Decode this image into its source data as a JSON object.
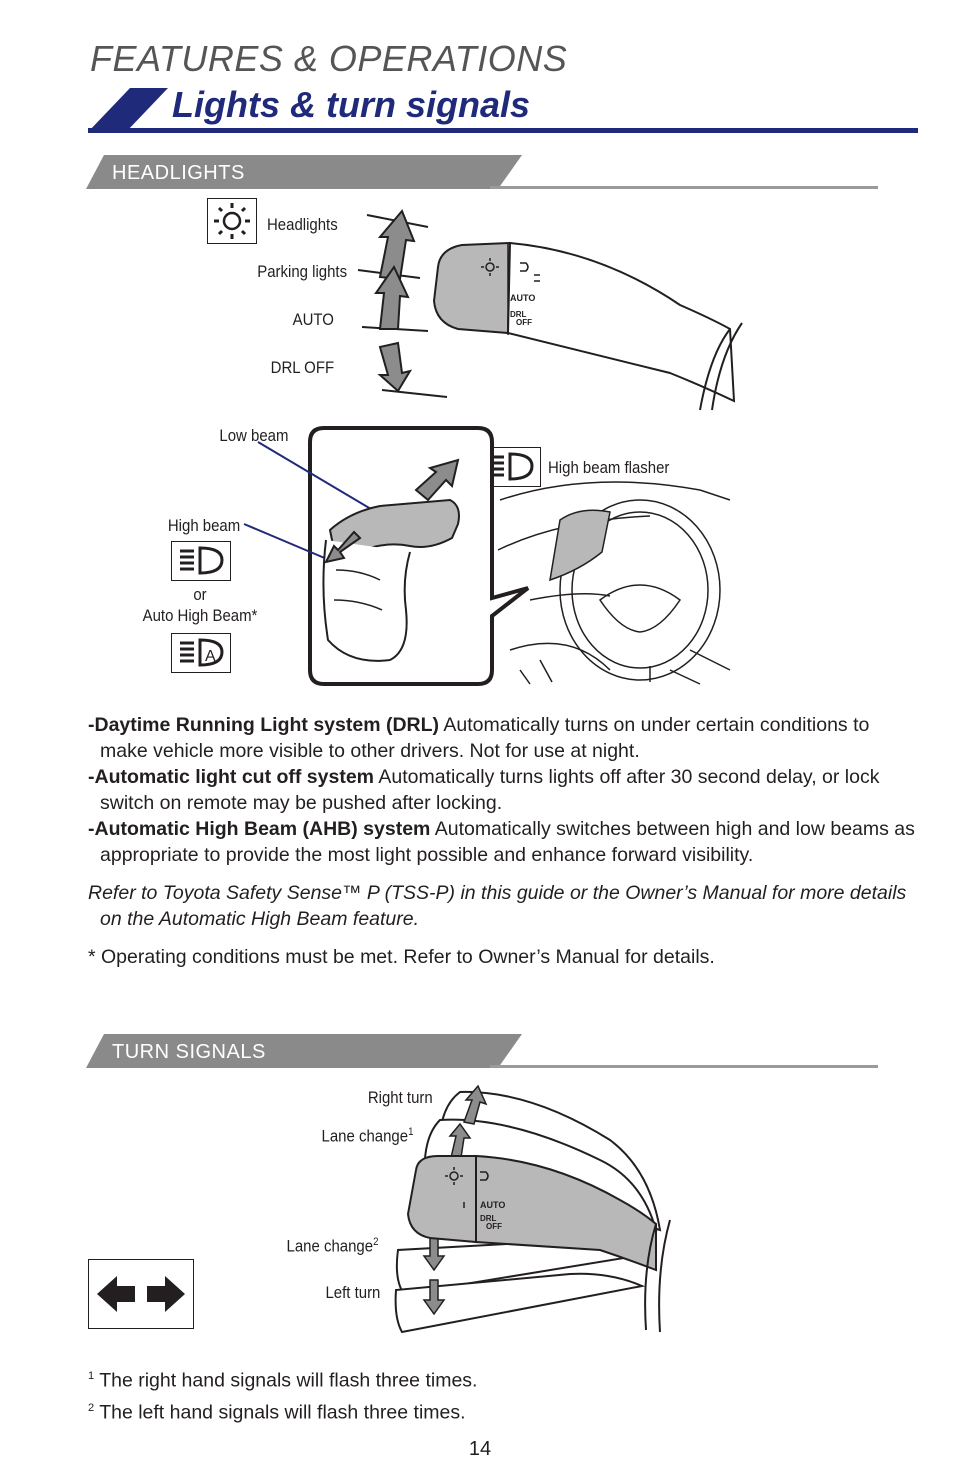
{
  "header": {
    "section": "FEATURES & OPERATIONS",
    "title": "Lights & turn signals"
  },
  "headlights": {
    "tab": "HEADLIGHTS",
    "positions": [
      "Headlights",
      "Parking lights",
      "AUTO",
      "DRL OFF"
    ],
    "low_beam": "Low beam",
    "high_beam": "High beam",
    "or": "or",
    "auto_high_beam": "Auto High Beam*",
    "high_beam_flasher": "High beam flasher",
    "stalk_labels": {
      "auto": "AUTO",
      "drl": "DRL",
      "off": "OFF"
    }
  },
  "notes": [
    {
      "bold": "-Daytime Running Light system (DRL)",
      "text": " Automatically turns on under certain conditions to make vehicle more visible to other drivers. Not for use at night."
    },
    {
      "bold": "-Automatic light cut off system",
      "text": " Automatically turns lights off after 30 second delay, or lock switch on remote may be pushed after locking."
    },
    {
      "bold": "-Automatic High Beam (AHB) system",
      "text": " Automatically switches between high and low beams as appropriate to provide the most light possible and enhance forward visibility."
    }
  ],
  "refer_note": "Refer to Toyota Safety Sense™ P (TSS-P) in this guide or the Owner’s Manual for more details on the Automatic High Beam feature.",
  "asterisk_note": "* Operating conditions must be met. Refer to Owner’s Manual for details.",
  "turn_signals": {
    "tab": "TURN SIGNALS",
    "right_turn": "Right turn",
    "lane_change_1": "Lane change",
    "lane_change_2": "Lane change",
    "left_turn": "Left turn",
    "sup1": "1",
    "sup2": "2"
  },
  "footnotes": [
    {
      "mark": "1",
      "text": " The right hand signals will flash three times."
    },
    {
      "mark": "2",
      "text": " The left hand signals will flash three times."
    }
  ],
  "page_number": "14",
  "colors": {
    "accent": "#1f2a7a",
    "tab_gray": "#8a8a8a",
    "rule_gray": "#9a9a9a",
    "stalk_gray": "#b8b8b8",
    "arrow_gray": "#8c8c8c"
  }
}
